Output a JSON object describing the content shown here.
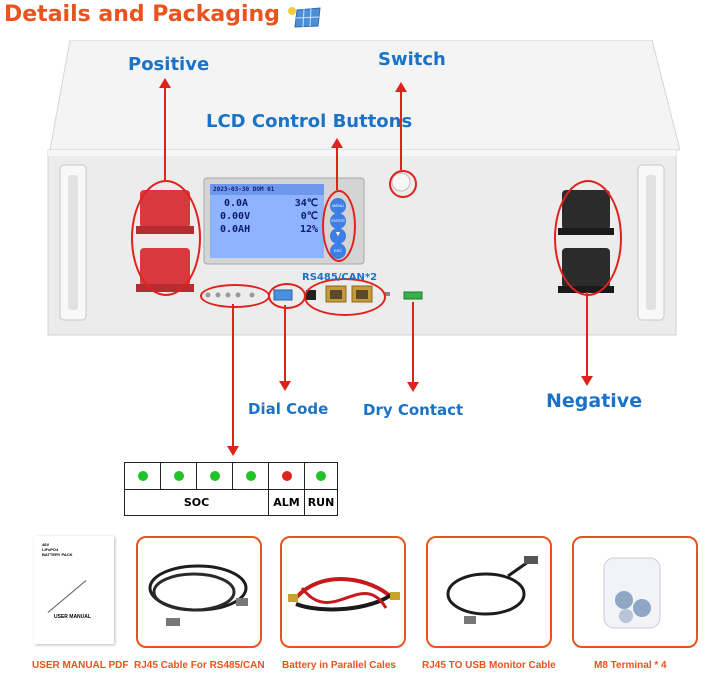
{
  "page": {
    "title": "Details and Packaging"
  },
  "labels": {
    "positive": "Positive",
    "switch": "Switch",
    "lcd_buttons": "LCD Control Buttons",
    "dial_code": "Dial Code",
    "dry_contact": "Dry Contact",
    "negative": "Negative",
    "rs485": "RS485/CAN*2"
  },
  "lcd": {
    "line1": "2023-03-30  DOM  01",
    "line2_left": "0.0A",
    "line2_right": "34℃",
    "line3_left": "0.00V",
    "line3_right": "0℃",
    "line4_left": "0.0AH",
    "line4_right": "12%",
    "buttons": [
      "MENU",
      "ENTER",
      "▼",
      "ESC"
    ]
  },
  "indicator_table": {
    "soc_label": "SOC",
    "alm_label": "ALM",
    "run_label": "RUN",
    "soc_led_color": "#22c22a",
    "alm_led_color": "#e0221c",
    "run_led_color": "#22c22a"
  },
  "manual": {
    "lines": [
      "48V",
      "LiFePO4",
      "BATTERY PACK"
    ],
    "footer": "USER MANUAL"
  },
  "captions": [
    "USER MANUAL PDF",
    "RJ45 Cable For RS485/CAN",
    "Battery in Parallel Cales",
    "RJ45 TO USB Monitor Cable",
    "M8 Terminal * 4"
  ],
  "colors": {
    "accent_orange": "#e8531e",
    "label_blue": "#1a73c7",
    "annotation_red": "#e0221c"
  }
}
